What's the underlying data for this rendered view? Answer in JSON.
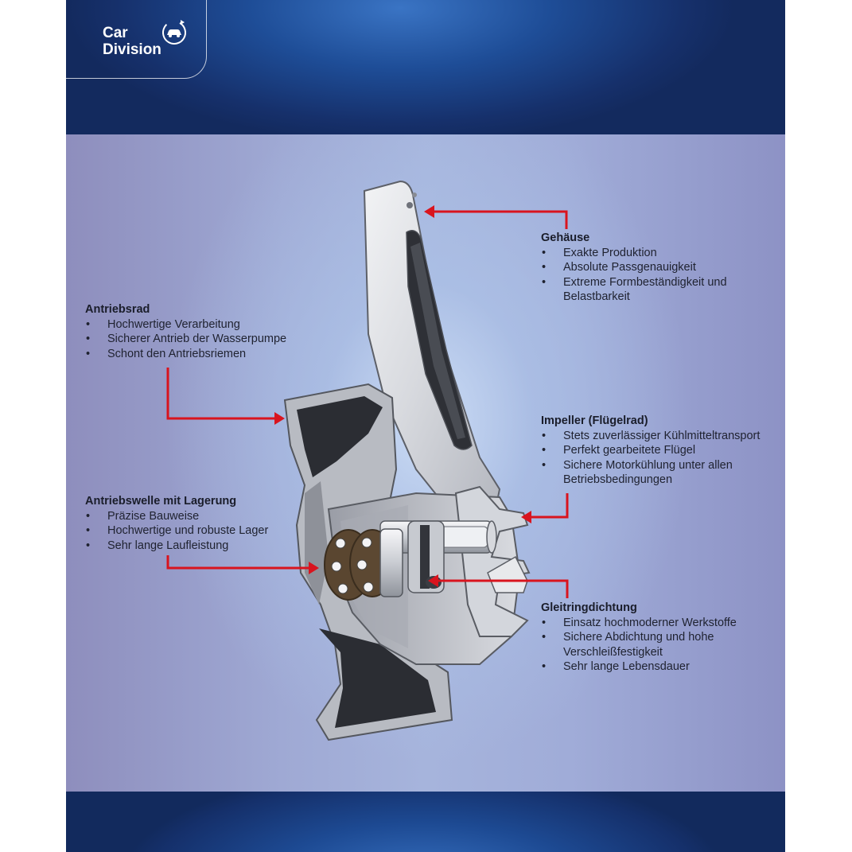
{
  "brand": {
    "line1": "Car",
    "line2": "Division",
    "icon": "car-rotate-icon"
  },
  "colors": {
    "arrow": "#d9141e",
    "band_dark": "#132a5e",
    "band_light": "#3a74c4"
  },
  "callouts": {
    "gehaeuse": {
      "title": "Gehäuse",
      "items": [
        "Exakte Produktion",
        "Absolute Passgenauigkeit",
        "Extreme Formbeständigkeit und Belastbarkeit"
      ]
    },
    "antriebsrad": {
      "title": "Antriebsrad",
      "items": [
        "Hochwertige Verarbeitung",
        "Sicherer Antrieb der Wasserpumpe",
        "Schont den Antriebsriemen"
      ]
    },
    "impeller": {
      "title": "Impeller (Flügelrad)",
      "items": [
        "Stets zuverlässiger Kühlmitteltransport",
        "Perfekt gearbeitete Flügel",
        "Sichere Motorkühlung unter allen Betriebsbedingungen"
      ]
    },
    "antriebswelle": {
      "title": "Antriebswelle mit Lagerung",
      "items": [
        "Präzise Bauweise",
        "Hochwertige und robuste Lager",
        "Sehr lange Laufleistung"
      ]
    },
    "gleitring": {
      "title": "Gleitringdichtung",
      "items": [
        "Einsatz hochmoderner Werkstoffe",
        "Sichere Abdichtung und hohe Verschleißfestigkeit",
        "Sehr lange Lebensdauer"
      ]
    }
  }
}
